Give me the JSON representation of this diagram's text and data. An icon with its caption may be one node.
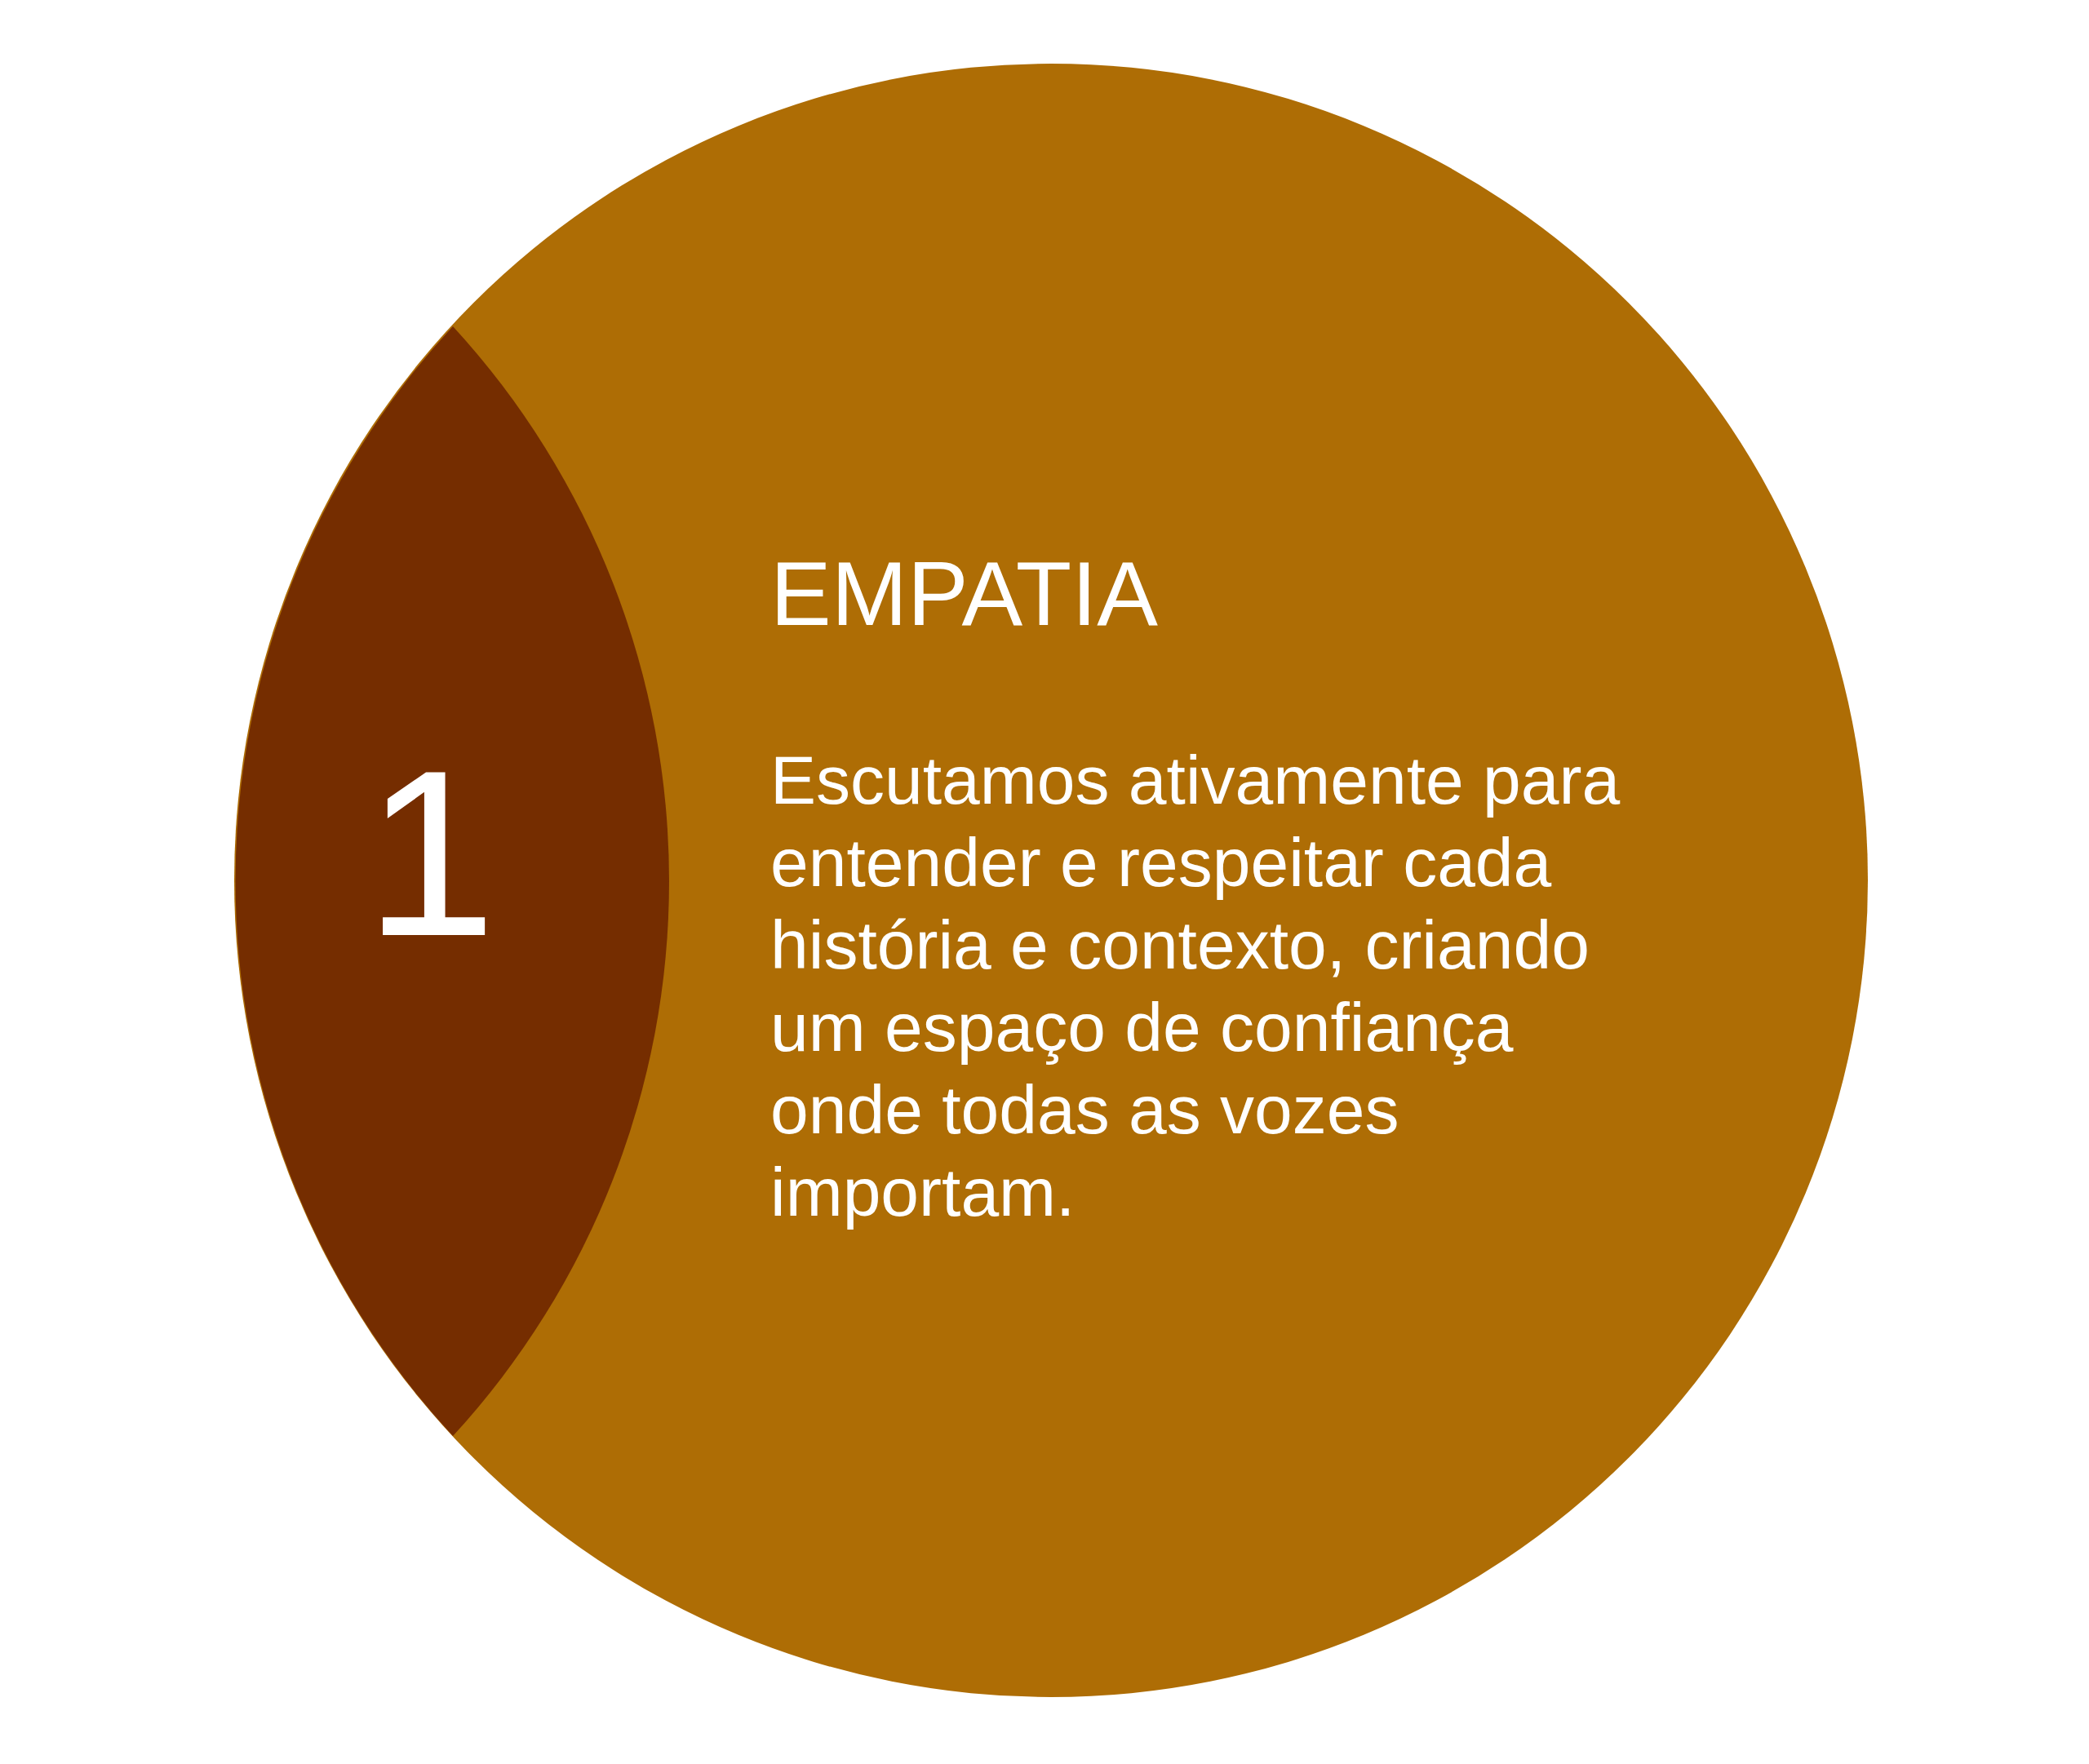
{
  "diagram": {
    "nodes": [
      {
        "text": [
          "EMPATIA",
          "Escutamos ativamente para entender e respeitar cada história e contexto, criando um espaço de confiança onde todas as vozes importam."
        ]
      },
      {
        "text": [
          "1"
        ],
        "in": 0
      }
    ]
  }
}
